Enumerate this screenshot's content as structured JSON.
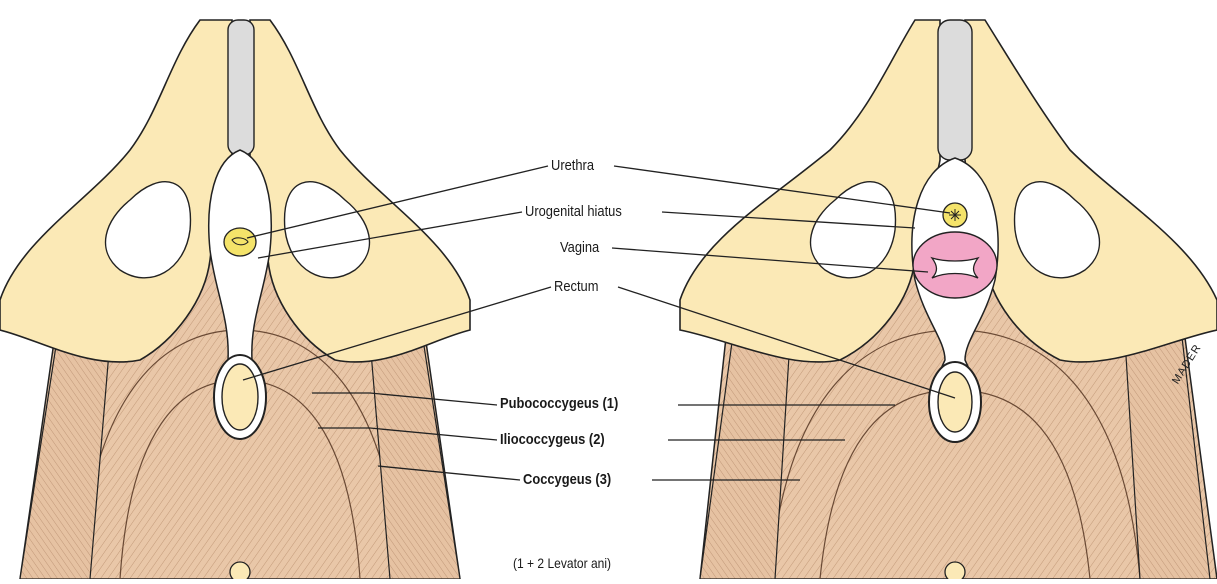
{
  "labels": {
    "urethra": "Urethra",
    "urogenital_hiatus": "Urogenital hiatus",
    "vagina": "Vagina",
    "rectum": "Rectum",
    "pubococcygeus": "Pubococcygeus (1)",
    "iliococcygeus": "Iliococcygeus (2)",
    "coccygeus": "Coccygeus (3)",
    "footnote": "(1 + 2 Levator ani)"
  },
  "signature": "MADER",
  "colors": {
    "bone": "#fbe9b6",
    "cartilage": "#dcdcdc",
    "muscle": "#e9c7a8",
    "urethra": "#f4e36a",
    "vagina": "#f2a6c6",
    "outline": "#222222"
  }
}
